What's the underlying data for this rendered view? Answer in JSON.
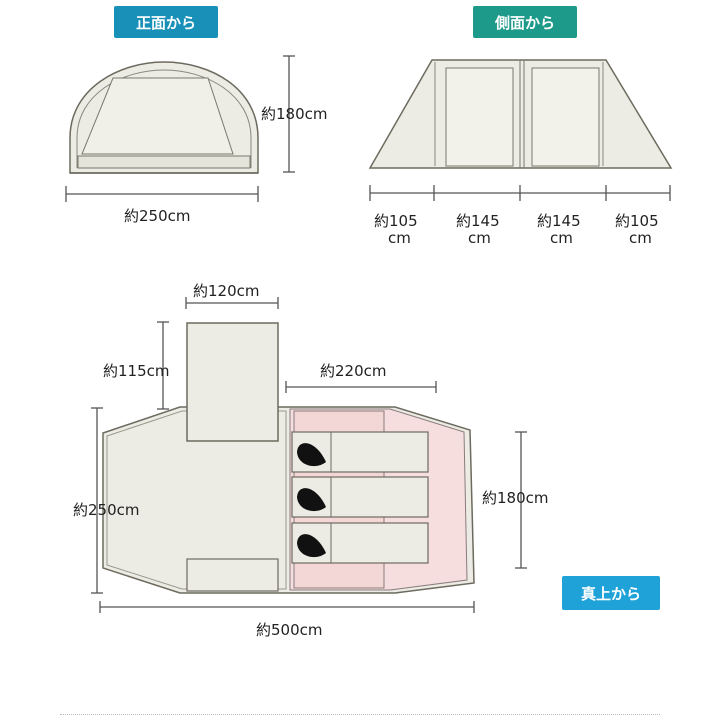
{
  "badges": {
    "front": "正面から",
    "side": "側面から",
    "top": "真上から"
  },
  "front_view": {
    "height": "約180cm",
    "width": "約250cm"
  },
  "side_view": {
    "segments": [
      {
        "value": "約105",
        "unit": "cm"
      },
      {
        "value": "約145",
        "unit": "cm"
      },
      {
        "value": "約145",
        "unit": "cm"
      },
      {
        "value": "約105",
        "unit": "cm"
      }
    ]
  },
  "top_view": {
    "annex_width": "約120cm",
    "annex_depth": "約115cm",
    "inner_width": "約220cm",
    "total_depth": "約250cm",
    "inner_depth": "約180cm",
    "total_length": "約500cm"
  },
  "colors": {
    "badge_front": "#1890b8",
    "badge_side": "#1d9a8a",
    "badge_top": "#1fa2d8",
    "tent_fill": "#ecece4",
    "inner_room_fill": "#f6dede",
    "outline": "#6d6b5f"
  }
}
